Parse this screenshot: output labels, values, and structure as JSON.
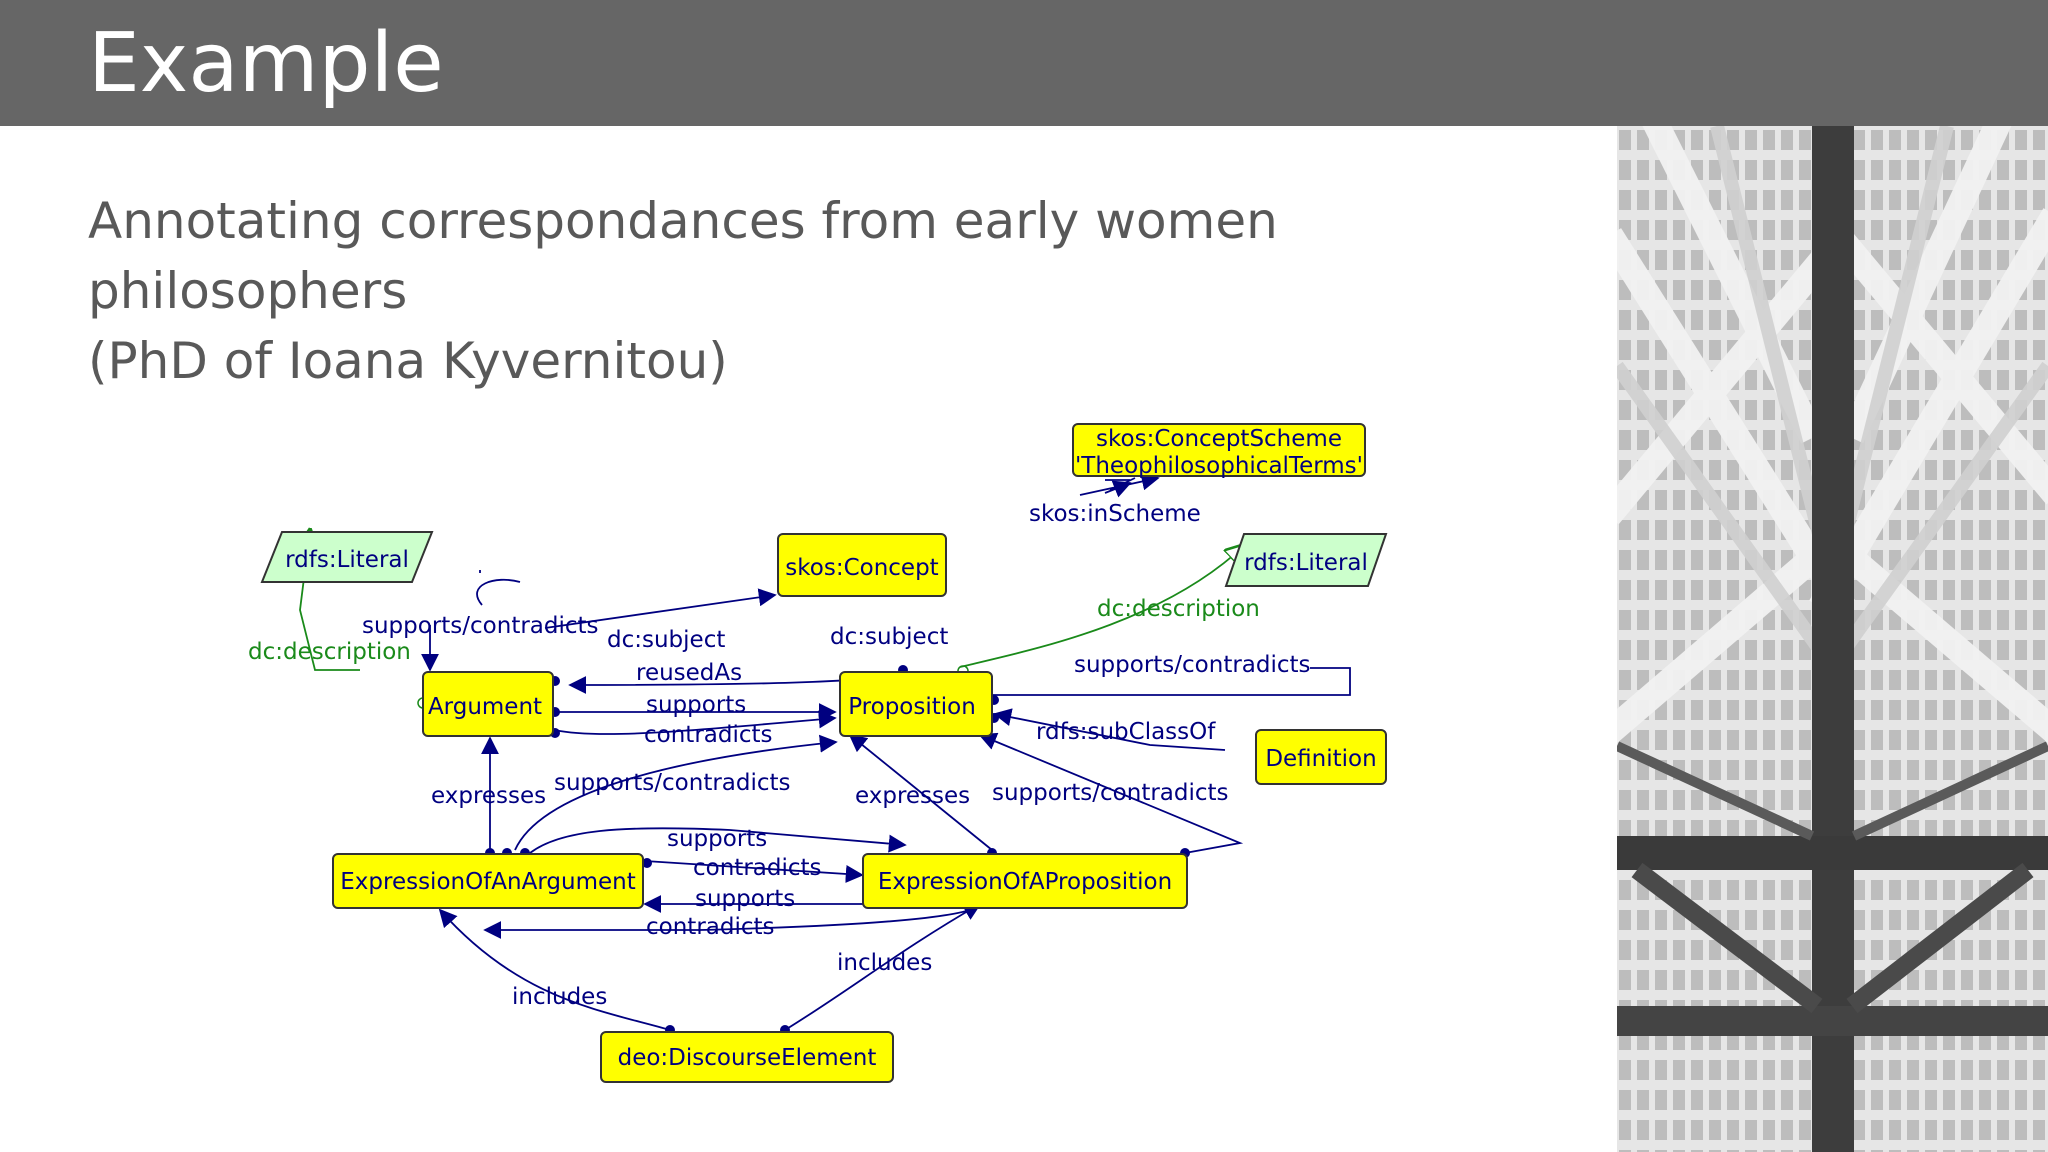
{
  "slide": {
    "title": "Example",
    "subtitle_line1": "Annotating correspondances from early women philosophers",
    "subtitle_line2": "(PhD of Ioana Kyvernitou)"
  },
  "diagram": {
    "nodes": {
      "concept_scheme_line1": "skos:ConceptScheme",
      "concept_scheme_line2": "'TheophilosophicalTerms'",
      "skos_concept": "skos:Concept",
      "rdfs_literal_left": "rdfs:Literal",
      "rdfs_literal_right": "rdfs:Literal",
      "argument": "Argument",
      "proposition": "Proposition",
      "definition": "Definition",
      "expression_of_argument": "ExpressionOfAnArgument",
      "expression_of_proposition": "ExpressionOfAProposition",
      "discourse_element": "deo:DiscourseElement"
    },
    "edges": {
      "skos_in_scheme": "skos:inScheme",
      "dc_subject_argument": "dc:subject",
      "dc_subject_proposition": "dc:subject",
      "dc_description_left": "dc:description",
      "dc_description_right": "dc:description",
      "supports_contradicts_argument_self": "supports/contradicts",
      "reused_as": "reusedAs",
      "supports_arg_prop": "supports",
      "contradicts_arg_prop": "contradicts",
      "supports_contradicts_proposition_self": "supports/contradicts",
      "rdfs_subclass_of": "rdfs:subClassOf",
      "expresses_argument": "expresses",
      "supports_contradicts_expr_arg": "supports/contradicts",
      "expresses_proposition": "expresses",
      "supports_contradicts_expr_prop": "supports/contradicts",
      "supports_ea_ep": "supports",
      "contradicts_ea_ep": "contradicts",
      "supports_ep_ea": "supports",
      "contradicts_ep_ea": "contradicts",
      "includes_left": "includes",
      "includes_right": "includes"
    },
    "colors": {
      "class_fill": "#ffff00",
      "literal_fill": "#ccffcc",
      "edge_blue": "#000080",
      "edge_green": "#1a8a1a"
    }
  }
}
